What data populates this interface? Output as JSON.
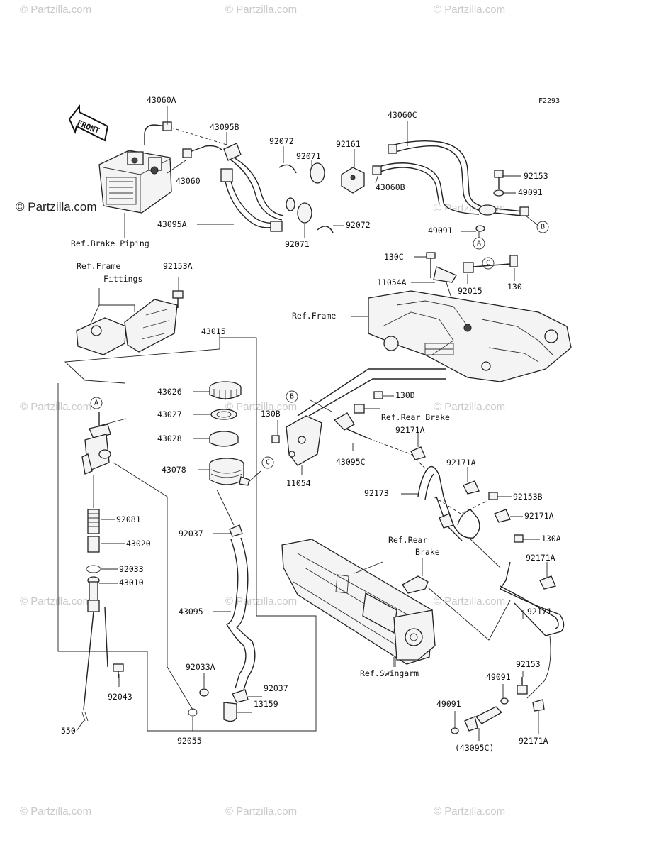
{
  "watermark": {
    "text": "© Partzilla.com",
    "logo_text": "© Partzilla.com"
  },
  "figure_code": "F2293",
  "front_arrow": "FRONT",
  "refs": {
    "brake_piping": "Ref.Brake Piping",
    "frame_fittings_1": "Ref.Frame",
    "frame_fittings_2": "Fittings",
    "frame": "Ref.Frame",
    "rear_brake": "Ref.Rear Brake",
    "rear_brake_2a": "Ref.Rear",
    "rear_brake_2b": "Brake",
    "swingarm": "Ref.Swingarm"
  },
  "circle_labels": {
    "a": "A",
    "b": "B",
    "c": "C"
  },
  "part_labels": {
    "p43060A": "43060A",
    "p43095B": "43095B",
    "p92072a": "92072",
    "p92071a": "92071",
    "p92161": "92161",
    "p43060C": "43060C",
    "p92153a": "92153",
    "p49091a": "49091",
    "p43060": "43060",
    "p43060B": "43060B",
    "p43095A": "43095A",
    "p92072b": "92072",
    "p92071b": "92071",
    "p49091b": "49091",
    "p130C": "130C",
    "p11054A": "11054A",
    "p92015": "92015",
    "p130": "130",
    "p92153A": "92153A",
    "p43015": "43015",
    "p43026": "43026",
    "p43027": "43027",
    "p43028": "43028",
    "p43078": "43078",
    "p130D": "130D",
    "p130B": "130B",
    "p92171Aa": "92171A",
    "p43095C": "43095C",
    "p11054": "11054",
    "p92171Ab": "92171A",
    "p92173": "92173",
    "p92153B": "92153B",
    "p92171Ac": "92171A",
    "p130A": "130A",
    "p92171Ad": "92171A",
    "p92081": "92081",
    "p43020": "43020",
    "p92037a": "92037",
    "p92033": "92033",
    "p43010": "43010",
    "p43095": "43095",
    "p92171": "92171",
    "p92153b": "92153",
    "p49091c": "49091",
    "p92033A": "92033A",
    "p92037b": "92037",
    "p13159": "13159",
    "p92043": "92043",
    "p49091d": "49091",
    "p92171Ae": "92171A",
    "p92055": "92055",
    "p550": "550",
    "p43095C_paren": "(43095C)"
  }
}
